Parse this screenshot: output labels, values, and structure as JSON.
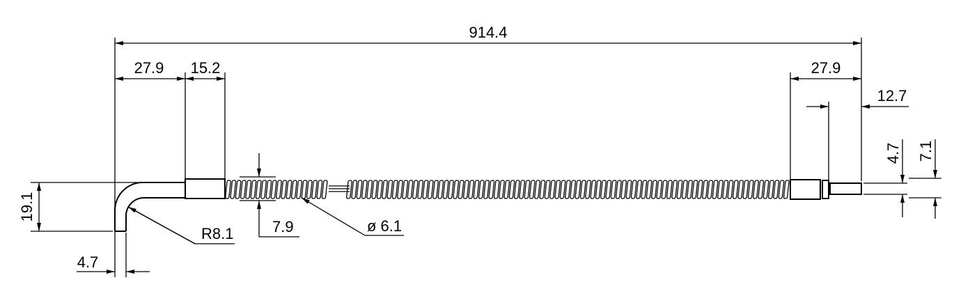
{
  "drawing": {
    "title": "Flexible fiber optic cable with right-angle probe",
    "units": "mm",
    "dimensions": {
      "overall_length": "914.4",
      "left_bend_offset": "27.9",
      "left_ferrule_length": "15.2",
      "right_ferrule_length": "27.9",
      "tip_length": "12.7",
      "tip_diameter": "4.7",
      "ferrule_diameter": "7.1",
      "bend_height": "19.1",
      "probe_diameter": "4.7",
      "bend_radius": "R8.1",
      "sheath_outer_diameter": "7.9",
      "sheath_diameter": "ø 6.1"
    }
  }
}
